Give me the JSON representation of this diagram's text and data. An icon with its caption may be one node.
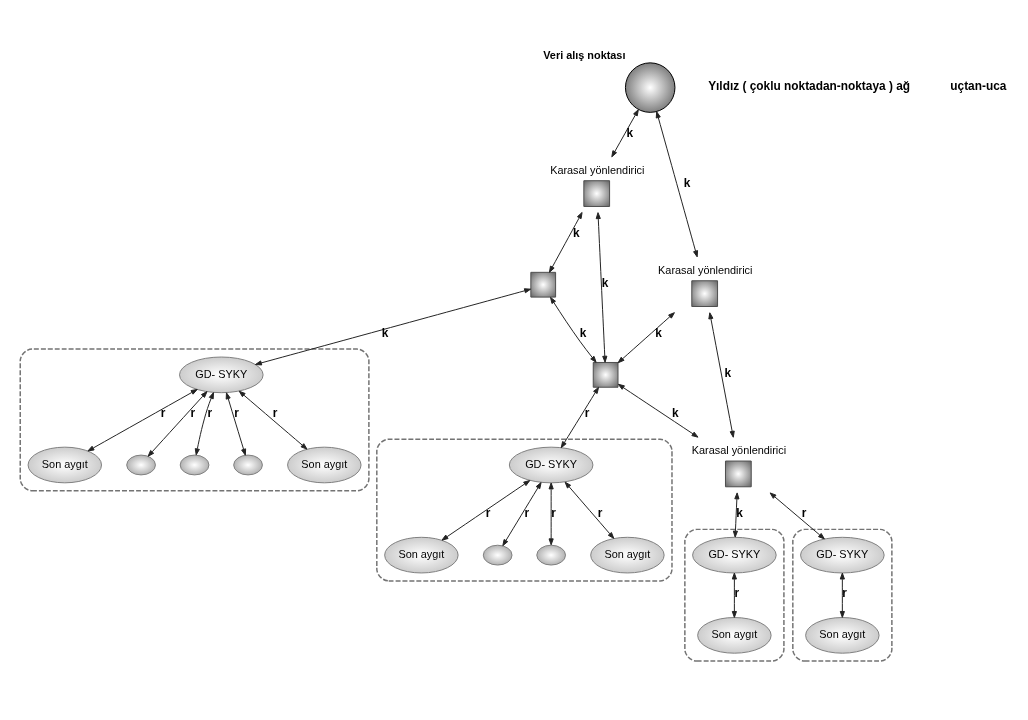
{
  "diagram": {
    "nodes": [
      {
        "text": [
          "Veri alış noktası"
        ]
      },
      {
        "text": [],
        "shape": "box",
        "beside": [
          "Karasal yönlendirici"
        ]
      },
      {
        "text": [],
        "shape": "box"
      },
      {
        "text": [],
        "shape": "box",
        "beside": [
          "Karasal yönlendirici"
        ]
      },
      {
        "text": [],
        "shape": "box"
      },
      {
        "text": [],
        "shape": "box",
        "beside": [
          "Karasal yönlendirici"
        ]
      },
      {
        "text": [],
        "shape": "ellipse"
      },
      {
        "text": [
          "GD- SYKY"
        ],
        "in": 6
      },
      {
        "text": [
          "Son aygıt"
        ],
        "in": 6
      },
      {
        "text": [],
        "shape": "circle",
        "in": 6
      },
      {
        "text": [],
        "shape": "circle",
        "in": 6
      },
      {
        "text": [],
        "shape": "circle",
        "in": 6
      },
      {
        "text": [
          "Son aygıt"
        ],
        "in": 6
      },
      {
        "text": [],
        "shape": "ellipse"
      },
      {
        "text": [
          "GD- SYKY"
        ],
        "in": 13
      },
      {
        "text": [
          "Son aygıt"
        ],
        "in": 13
      },
      {
        "text": [],
        "shape": "circle",
        "in": 13
      },
      {
        "text": [],
        "shape": "circle",
        "in": 13
      },
      {
        "text": [
          "Son aygıt"
        ],
        "in": 13
      },
      {
        "text": [],
        "shape": "ellipse"
      },
      {
        "text": [
          "GD- SYKY"
        ],
        "in": 19
      },
      {
        "text": [
          "Son aygıt"
        ],
        "in": 19
      },
      {
        "text": [],
        "shape": "ellipse"
      },
      {
        "text": [
          "GD- SYKY"
        ],
        "in": 22
      },
      {
        "text": [
          "Son aygıt"
        ],
        "in": 22
      }
    ],
    "edges": [
      {
        "from": 0,
        "to": 1,
        "arrow": "both",
        "label": "k"
      },
      {
        "from": 0,
        "to": 3,
        "arrow": "both",
        "label": "k"
      },
      {
        "from": 1,
        "to": 2,
        "arrow": "both",
        "label": "k"
      },
      {
        "from": 1,
        "to": 4,
        "arrow": "both",
        "label": "k"
      },
      {
        "from": 2,
        "to": 4,
        "arrow": "both",
        "label": "k"
      },
      {
        "from": 3,
        "to": 4,
        "arrow": "both",
        "label": "k"
      },
      {
        "from": 3,
        "to": 5,
        "arrow": "both",
        "label": "k"
      },
      {
        "from": 4,
        "to": 5,
        "arrow": "both",
        "label": "k"
      },
      {
        "from": 2,
        "to": 7,
        "arrow": "both",
        "label": "k"
      },
      {
        "from": 7,
        "to": 8,
        "arrow": "both",
        "label": "r"
      },
      {
        "from": 7,
        "to": 9,
        "arrow": "both",
        "label": "r"
      },
      {
        "from": 7,
        "to": 10,
        "arrow": "both",
        "label": "r"
      },
      {
        "from": 7,
        "to": 11,
        "arrow": "both",
        "label": "r"
      },
      {
        "from": 7,
        "to": 12,
        "arrow": "both",
        "label": "r"
      },
      {
        "from": 4,
        "to": 14,
        "arrow": "both",
        "label": "r"
      },
      {
        "from": 14,
        "to": 15,
        "arrow": "both",
        "label": "r"
      },
      {
        "from": 14,
        "to": 16,
        "arrow": "both",
        "label": "r"
      },
      {
        "from": 14,
        "to": 17,
        "arrow": "both",
        "label": "r"
      },
      {
        "from": 14,
        "to": 18,
        "arrow": "both",
        "label": "r"
      },
      {
        "from": 5,
        "to": 20,
        "arrow": "both",
        "label": "k"
      },
      {
        "from": 20,
        "to": 21,
        "arrow": "both",
        "label": "r"
      },
      {
        "from": 5,
        "to": 23,
        "arrow": "both",
        "label": "r"
      },
      {
        "from": 23,
        "to": 24,
        "arrow": "both",
        "label": "r"
      }
    ],
    "labels": [
      "Yıldız ( çoklu noktadan-noktaya ) ağ",
      "uçtan-uca"
    ]
  }
}
